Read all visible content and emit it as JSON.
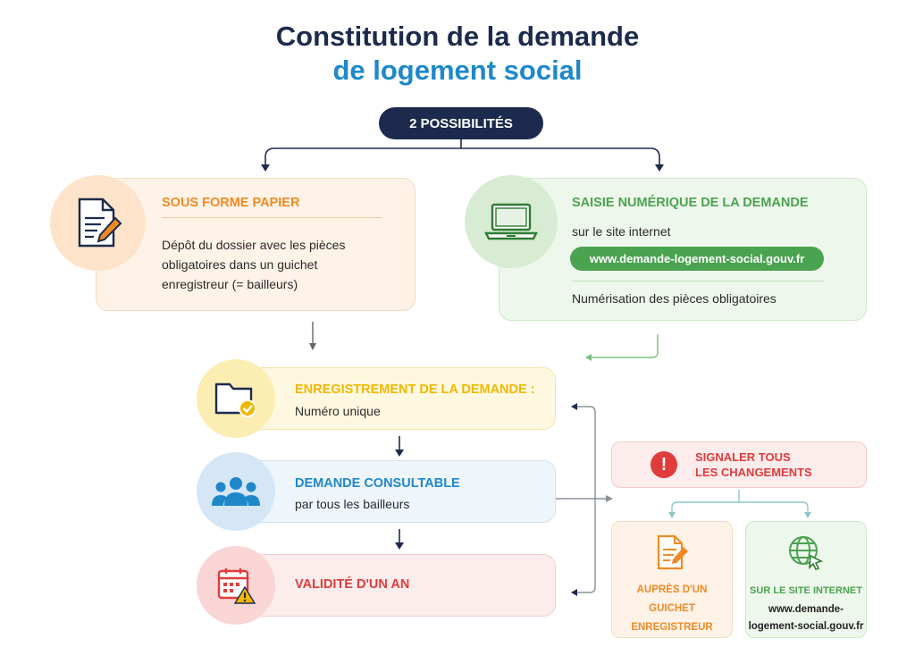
{
  "title": {
    "line1": "Constitution de la demande",
    "line2": "de logement social"
  },
  "top_pill": "2 POSSIBILITÉS",
  "paper": {
    "heading": "SOUS FORME PAPIER",
    "text": "Dépôt du dossier avec les pièces obligatoires dans un guichet enregistreur (= bailleurs)",
    "icon": "document-pen-icon"
  },
  "digital": {
    "heading": "SAISIE NUMÉRIQUE DE LA DEMANDE",
    "subtext": "sur le site internet",
    "url": "www.demande-logement-social.gouv.fr",
    "footer": "Numérisation des pièces obligatoires",
    "icon": "laptop-icon"
  },
  "steps": [
    {
      "heading": "ENREGISTREMENT DE LA DEMANDE :",
      "text": "Numéro unique",
      "icon": "folder-check-icon"
    },
    {
      "heading": "DEMANDE CONSULTABLE",
      "text": "par tous les bailleurs",
      "icon": "users-icon"
    },
    {
      "heading": "VALIDITÉ D'UN AN",
      "text": "",
      "icon": "calendar-warning-icon"
    }
  ],
  "changes": {
    "heading_line1": "SIGNALER TOUS",
    "heading_line2": "LES CHANGEMENTS",
    "icon": "exclamation-icon",
    "option_guichet": {
      "line1": "AUPRÈS D'UN",
      "line2": "GUICHET",
      "line3": "ENREGISTREUR",
      "icon": "document-pen-icon"
    },
    "option_web": {
      "heading": "SUR LE SITE INTERNET",
      "url_line1": "www.demande-",
      "url_line2": "logement-social.gouv.fr",
      "icon": "globe-cursor-icon"
    }
  },
  "colors": {
    "navy": "#1c2b4d",
    "blue": "#1e88c9",
    "orange": "#f08a24",
    "green": "#4aa34f",
    "yellow": "#f2b700",
    "red": "#e03c3c"
  }
}
